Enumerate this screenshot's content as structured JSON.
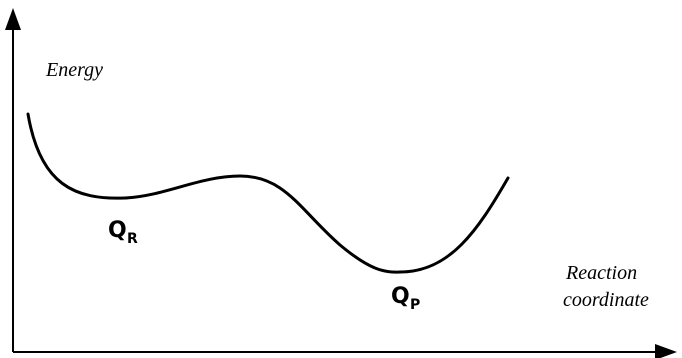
{
  "diagram": {
    "y_axis_label": "Energy",
    "x_axis_label_line1": "Reaction",
    "x_axis_label_line2": "coordinate",
    "reactant": {
      "letter": "Q",
      "subscript": "R"
    },
    "product": {
      "letter": "Q",
      "subscript": "P"
    },
    "colors": {
      "ink": "#000000",
      "background": "#ffffff"
    }
  }
}
